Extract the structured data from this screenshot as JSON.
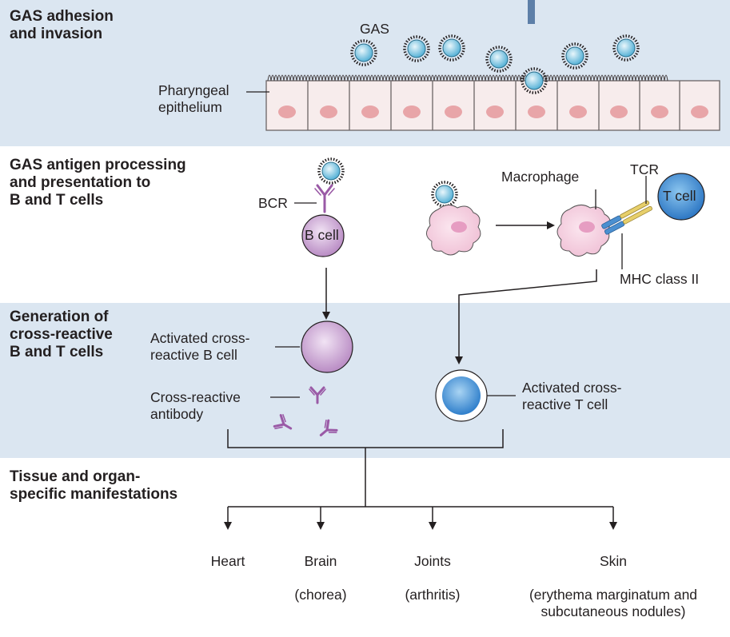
{
  "stages": [
    {
      "title": "GAS adhesion\nand invasion"
    },
    {
      "title": "GAS antigen processing\nand presentation to\nB and T cells"
    },
    {
      "title": "Generation of\ncross-reactive\nB and T cells"
    },
    {
      "title": "Tissue and organ-\nspecific manifestations"
    }
  ],
  "labels": {
    "gas": "GAS",
    "pharyngeal_epithelium": "Pharyngeal\nepithelium",
    "bcr": "BCR",
    "b_cell": "B cell",
    "macrophage": "Macrophage",
    "tcr": "TCR",
    "t_cell": "T cell",
    "mhc_class_ii": "MHC class II",
    "activated_b_cell": "Activated cross-\nreactive B cell",
    "cross_reactive_antibody": "Cross-reactive\nantibody",
    "activated_t_cell": "Activated cross-\nreactive T cell"
  },
  "manifestations": [
    {
      "name": "Heart",
      "detail": ""
    },
    {
      "name": "Brain",
      "detail": "(chorea)"
    },
    {
      "name": "Joints",
      "detail": "(arthritis)"
    },
    {
      "name": "Skin",
      "detail": "(erythema marginatum and\nsubcutaneous nodules)"
    }
  ],
  "colors": {
    "band_blue": "#dbe6f1",
    "b_cell": "#c79fd0",
    "t_cell": "#3f8fd6",
    "macrophage": "#f3c8dc",
    "gas_bacterium": "#5bb4d8",
    "antibody": "#9a5aa6",
    "epithelial_nucleus": "#e8a5a8"
  }
}
